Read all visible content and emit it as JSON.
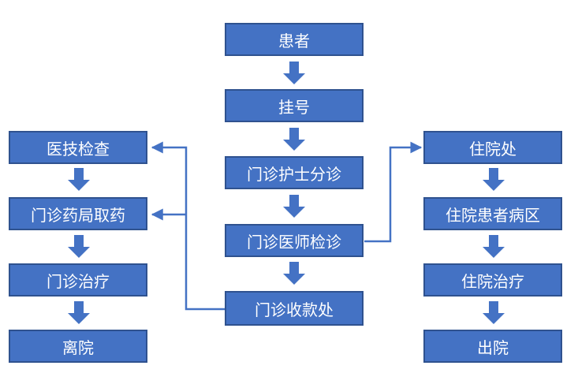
{
  "colors": {
    "node_fill": "#4472c4",
    "node_border": "#2f528f",
    "node_text": "#ffffff",
    "arrow": "#4472c4"
  },
  "center": {
    "patient": "患者",
    "register": "挂号",
    "triage": "门诊护士分诊",
    "doctor_exam": "门诊医师检诊",
    "cashier": "门诊收款处"
  },
  "left": {
    "medical_tests": "医技检查",
    "pharmacy": "门诊药局取药",
    "treatment": "门诊治疗",
    "leave": "离院"
  },
  "right": {
    "admission": "住院处",
    "ward": "住院患者病区",
    "inpatient_treatment": "住院治疗",
    "discharge": "出院"
  }
}
